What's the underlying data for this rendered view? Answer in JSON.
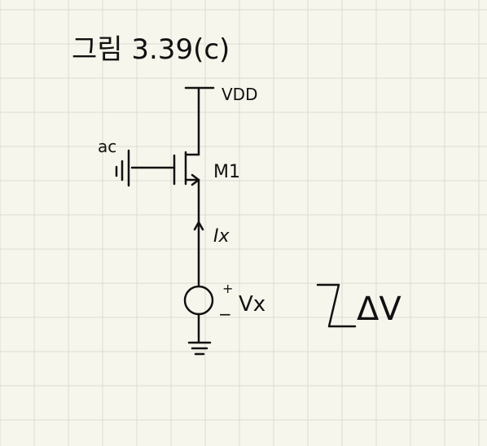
{
  "title": "그림 3.39(c)",
  "labels": {
    "supply": "VDD",
    "transistor": "M1",
    "input_source": "ac",
    "current": "Ix",
    "source_plus": "+",
    "source_minus": "−",
    "source_name": "Vx",
    "note": "ΔV"
  },
  "colors": {
    "background": "#f6f6ec",
    "grid": "#dcdcd2",
    "ink": "#111111"
  }
}
